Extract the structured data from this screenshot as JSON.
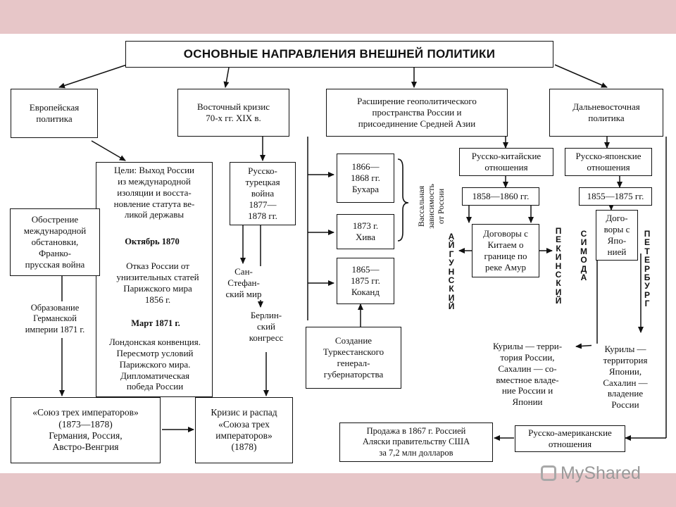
{
  "title": "ОСНОВНЫЕ НАПРАВЛЕНИЯ ВНЕШНЕЙ ПОЛИТИКИ",
  "columns": {
    "european": "Европейская\nполитика",
    "eastern_crisis": "Восточный кризис\n70-х гг. XIX в.",
    "expansion": "Расширение геополитического\nпространства России и\nприсоединение Средней Азии",
    "far_east": "Дальневосточная\nполитика"
  },
  "european": {
    "goals": "Цели: Выход России\nиз международной\nизоляции и восста-\nновление статута ве-\nликой державы",
    "aggravation": "Обострение\nмеждународной\nобстановки,\nФранко-\nпрусская война",
    "october_1870": "Октябрь 1870",
    "refusal": "Отказ России от\nунизительных статей\nПарижского мира\n1856 г.",
    "germany_formation": "Образование\nГерманской\nимперии 1871 г.",
    "march_1871": "Март 1871 г.",
    "london_convention": "Лондонская конвенция.\nПересмотр условий\nПарижского мира.\nДипломатическая\nпобеда России",
    "union": "«Союз трех императоров»\n(1873—1878)\nГермания, Россия,\nАвстро-Венгрия",
    "crisis_union": "Кризис и распад\n«Союза трех\nимператоров»\n(1878)"
  },
  "eastern": {
    "war": "Русско-\nтурецкая\nвойна\n1877—\n1878 гг.",
    "san_stefano": "Сан-\nСтефан-\nский мир",
    "berlin": "Берлин-\nский\nконгресс"
  },
  "central_asia": {
    "bukhara": "1866—\n1868 гг.\nБухара",
    "khiva": "1873 г.\nХива",
    "kokand": "1865—\n1875 гг.\nКоканд",
    "vassal": "Вассальная\nзависимость\nот России",
    "turkestan": "Создание\nТуркестанского\nгенерал-\nгубернаторства"
  },
  "far_east": {
    "russo_chinese": "Русско-китайские\nотношения",
    "years_chinese": "1858—1860 гг.",
    "treaties_china": "Договоры с\nКитаем о\nгранице по\nреке Амур",
    "aigun": "АЙГУНСКИЙ",
    "peking": "ПЕКИНСКИЙ",
    "russo_japanese": "Русско-японские\nотношения",
    "years_japanese": "1855—1875 гг.",
    "treaties_japan": "Дого-\nворы с\nЯпо-\nнией",
    "shimoda": "СИМОДА",
    "petersburg": "ПЕТЕРБУРГ",
    "kurils_russia": "Курилы — терри-\nтория России,\nСахалин — со-\nвместное владе-\nние России и\nЯпонии",
    "kurils_japan": "Курилы —\nтерритория\nЯпонии,\nСахалин —\nвладение\nРоссии",
    "russo_american": "Русско-американские\nотношения",
    "alaska": "Продажа в 1867 г. Россией\nАляски правительству США\nза 7,2 млн долларов"
  },
  "watermark": "MyShared",
  "colors": {
    "background": "#e7c6c8",
    "sheet": "#ffffff",
    "ink": "#111111"
  }
}
